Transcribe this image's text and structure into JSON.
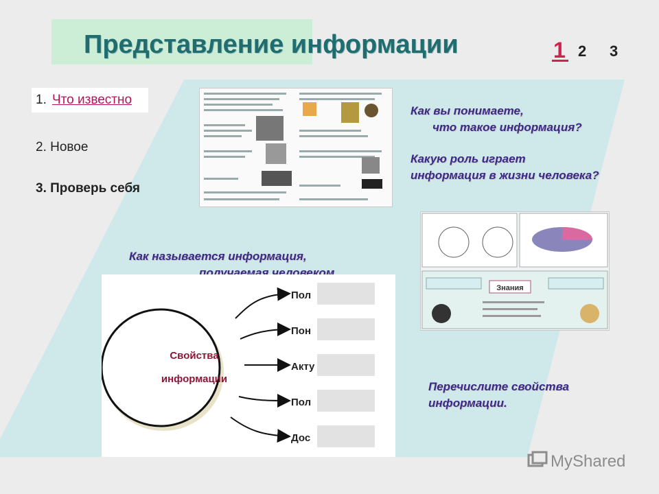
{
  "title": "Представление информации",
  "pager": {
    "p1": "1",
    "p2": "2",
    "p3": "3"
  },
  "menu": {
    "item1_num": "1.",
    "item1_link": "Что известно",
    "item2": "2. Новое",
    "item3": "3. Проверь себя"
  },
  "questions": {
    "q1a": "Как вы понимаете,",
    "q1b": "что такое информация?",
    "q2a": "Какую роль играет",
    "q2b": "информация в жизни человека?",
    "q3a": "Как называется информация,",
    "q3b": "получаемая человеком",
    "q4a": "Перечислите свойства",
    "q4b": "информации."
  },
  "diagram": {
    "center_line1": "Свойства",
    "center_line2": "информации",
    "props": [
      "Пол",
      "Пон",
      "Акту",
      "Пол",
      "Дос"
    ]
  },
  "thumb2_label": "Знания",
  "watermark": "MyShared",
  "colors": {
    "title": "#1f6d6f",
    "accent": "#d1214f",
    "band": "#cfe8ea",
    "question": "#3a2a86"
  }
}
